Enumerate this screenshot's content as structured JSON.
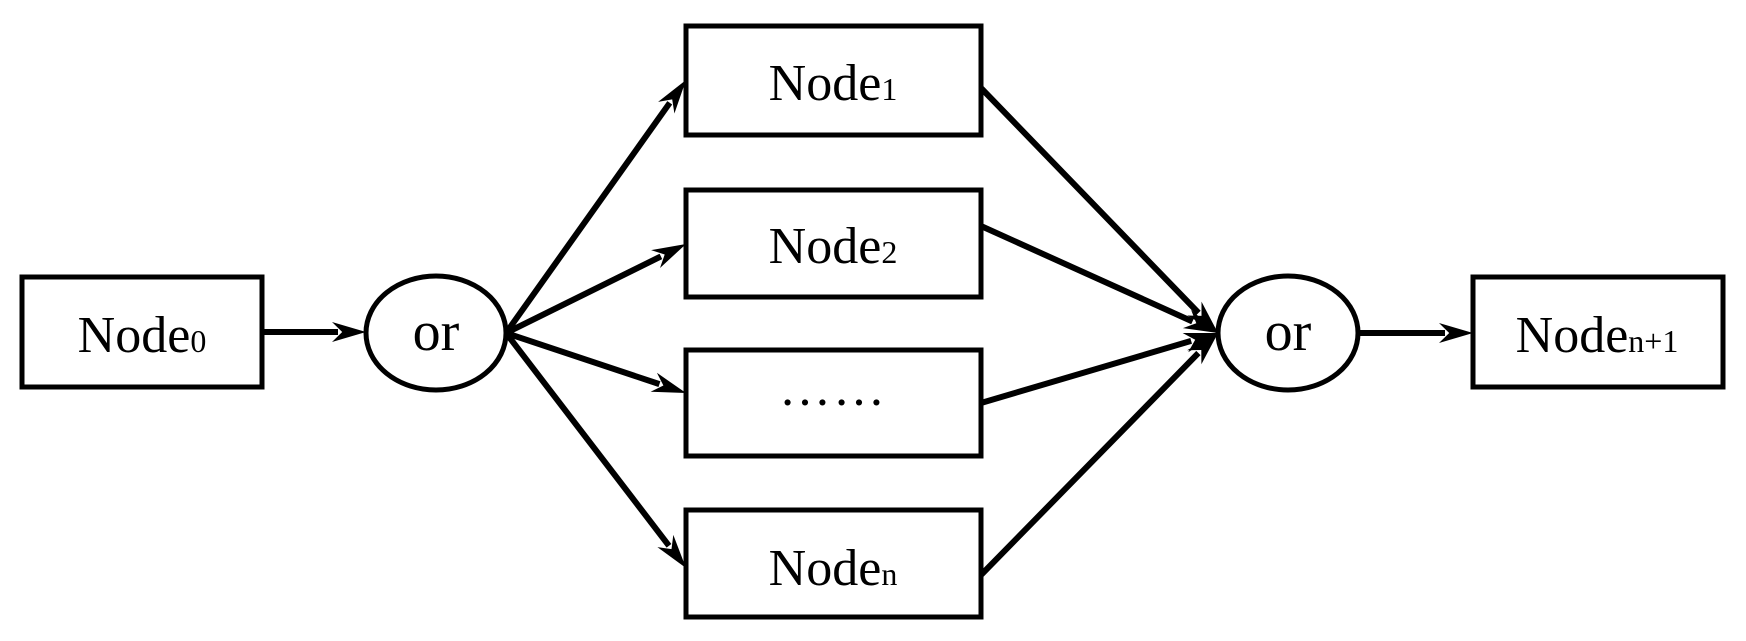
{
  "nodes": {
    "node0": {
      "base": "Node",
      "sub": "0"
    },
    "node1": {
      "base": "Node",
      "sub": "1"
    },
    "node2": {
      "base": "Node",
      "sub": "2"
    },
    "ellipsis": {
      "text": "……"
    },
    "noden": {
      "base": "Node",
      "sub": "n"
    },
    "noden1": {
      "base": "Node",
      "sub": "n+1"
    }
  },
  "gates": {
    "split": {
      "label": "or"
    },
    "join": {
      "label": "or"
    }
  },
  "edges": [
    {
      "from": "node0",
      "to": "split"
    },
    {
      "from": "split",
      "to": "node1"
    },
    {
      "from": "split",
      "to": "node2"
    },
    {
      "from": "split",
      "to": "ellipsis"
    },
    {
      "from": "split",
      "to": "noden"
    },
    {
      "from": "node1",
      "to": "join"
    },
    {
      "from": "node2",
      "to": "join"
    },
    {
      "from": "ellipsis",
      "to": "join"
    },
    {
      "from": "noden",
      "to": "join"
    },
    {
      "from": "join",
      "to": "noden1"
    }
  ]
}
